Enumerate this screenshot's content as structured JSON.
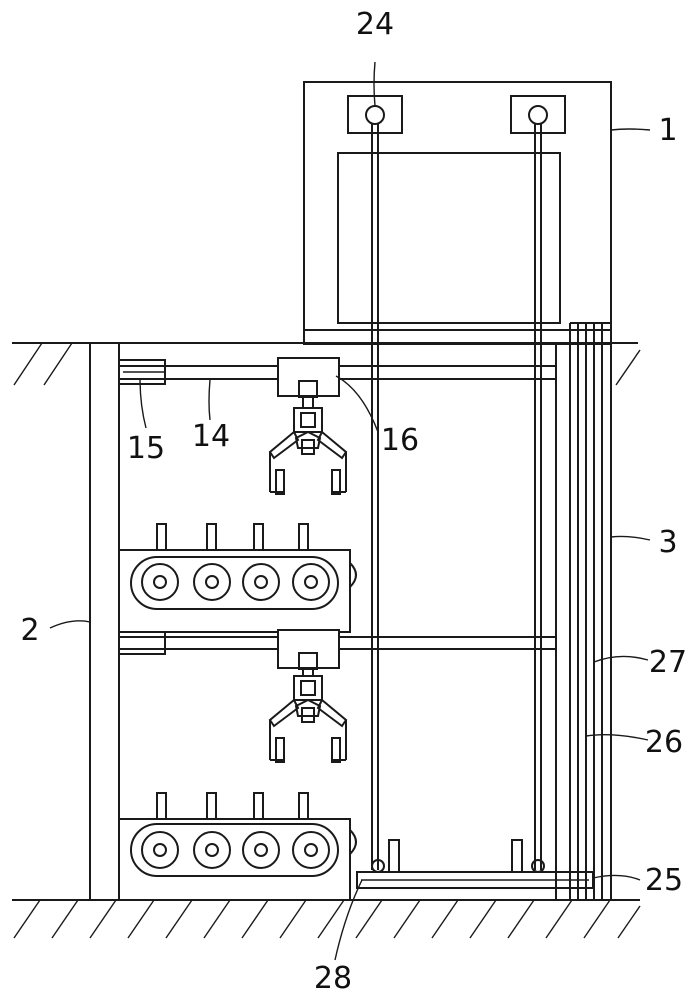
{
  "labels": {
    "l24": "24",
    "l1": "1",
    "l15": "15",
    "l14": "14",
    "l16": "16",
    "l3": "3",
    "l2": "2",
    "l27": "27",
    "l26": "26",
    "l25": "25",
    "l28": "28"
  },
  "colors": {
    "line": "#1a1a1a",
    "background": "#ffffff"
  }
}
